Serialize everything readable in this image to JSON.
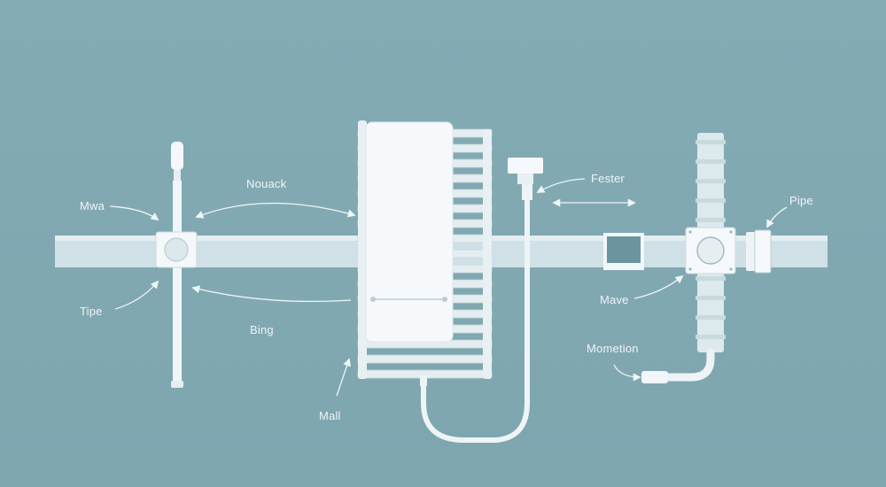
{
  "labels": {
    "mwa": "Mwa",
    "nouack": "Nouack",
    "fester": "Fester",
    "pipe": "Pipe",
    "tipe": "Tipe",
    "bing": "Bing",
    "mave": "Mave",
    "mometion": "Mometion",
    "mall": "Mall"
  },
  "colors": {
    "background": "#7fa7b0",
    "pipe": "#dbe8ec",
    "component": "#f4f8fa",
    "annotation": "#eef5f7",
    "valve_box": "#6c93a0"
  }
}
